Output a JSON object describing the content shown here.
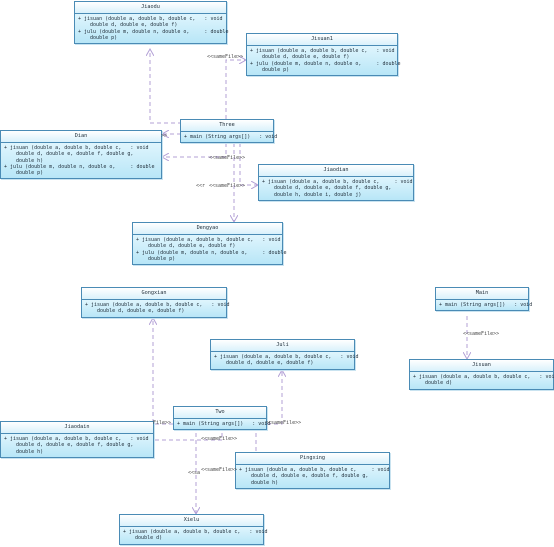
{
  "diagram": {
    "classes": [
      {
        "id": "jiaodu",
        "name": "Jiaodu",
        "methods": [
          "+ jisuan (double a, double b, double c,   : void\n    double d, double e, double f)",
          "+ julu (double m, double n, double o,     : double\n    double p)"
        ]
      },
      {
        "id": "jisuan1",
        "name": "Jisuan1",
        "methods": [
          "+ jisuan (double a, double b, double c,   : void\n    double d, double e, double f)",
          "+ julu (double m, double n, double o,     : double\n    double p)"
        ]
      },
      {
        "id": "three",
        "name": "Three",
        "methods": [
          "+ main (String args[])   : void"
        ]
      },
      {
        "id": "dian",
        "name": "Dian",
        "methods": [
          "+ jisuan (double a, double b, double c,   : void\n    double d, double e, double f, double g,\n    double h)",
          "+ julu (double m, double n, double o,     : double\n    double p)"
        ]
      },
      {
        "id": "jiaodian",
        "name": "Jiaodian",
        "methods": [
          "+ jisuan (double a, double b, double c,     : void\n    double d, double e, double f, double g,\n    double h, double i, double j)"
        ]
      },
      {
        "id": "dengyao",
        "name": "Dengyao",
        "methods": [
          "+ jisuan (double a, double b, double c,   : void\n    double d, double e, double f)",
          "+ julu (double m, double n, double o,     : double\n    double p)"
        ]
      },
      {
        "id": "gongxian",
        "name": "Gongxian",
        "methods": [
          "+ jisuan (double a, double b, double c,   : void\n    double d, double e, double f)"
        ]
      },
      {
        "id": "main",
        "name": "Main",
        "methods": [
          "+ main (String args[])   : void"
        ]
      },
      {
        "id": "juli",
        "name": "Juli",
        "methods": [
          "+ jisuan (double a, double b, double c,   : void\n    double d, double e, double f)"
        ]
      },
      {
        "id": "jisuan",
        "name": "Jisuan",
        "methods": [
          "+ jisuan (double a, double b, double c,   : void\n    double d)"
        ]
      },
      {
        "id": "jiaodain",
        "name": "Jiaodain",
        "methods": [
          "+ jisuan (double a, double b, double c,   : void\n    double d, double e, double f, double g,\n    double h)"
        ]
      },
      {
        "id": "two",
        "name": "Two",
        "methods": [
          "+ main (String args[])   : void"
        ]
      },
      {
        "id": "pingxing",
        "name": "Pingxing",
        "methods": [
          "+ jisuan (double a, double b, double c,     : void\n    double d, double e, double f, double g,\n    double h)"
        ]
      },
      {
        "id": "xielu",
        "name": "Xielu",
        "methods": [
          "+ jisuan (double a, double b, double c,   : void\n    double d)"
        ]
      }
    ],
    "stereotypes": [
      "<<sameFile>>",
      ">>",
      "<<sameFile>>",
      "<<sameFile>>",
      "<<sameFile>>",
      "File>>",
      "<<sameFile>>",
      "<<sameFile>>",
      "<<sameFile>>"
    ],
    "stereotype_fragments": [
      "<<r",
      "<<sa"
    ],
    "colors": {
      "border": "#4a8bb5",
      "body_top": "#dff5fd",
      "body_bottom": "#b8e6f7",
      "edge": "#b3a0d6"
    }
  }
}
